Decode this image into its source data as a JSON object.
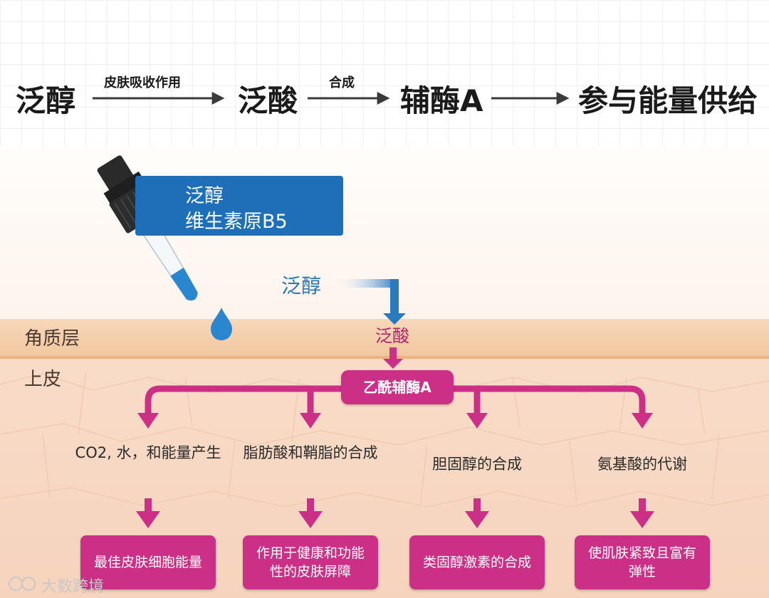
{
  "header_flow": {
    "step1": "泛醇",
    "arrow1_label": "皮肤吸收作用",
    "step2": "泛酸",
    "arrow2_label": "合成",
    "step3": "辅酶A",
    "step4": "参与能量供给"
  },
  "dropper_label": {
    "line1": "泛醇",
    "line2": "维生素原B5"
  },
  "skin_path": {
    "panthenol": "泛醇",
    "pantothenic_acid": "泛酸",
    "acetyl_coa": "乙酰辅酶A"
  },
  "layers": {
    "stratum_corneum": "角质层",
    "epidermis": "上皮"
  },
  "processes": [
    {
      "text": "CO2, 水，和能量产生"
    },
    {
      "text": "脂肪酸和鞘脂的合成"
    },
    {
      "text": "胆固醇的合成"
    },
    {
      "text": "氨基酸的代谢"
    }
  ],
  "outcomes": [
    {
      "text": "最佳皮肤细胞能量"
    },
    {
      "text": "作用于健康和功能性的皮肤屏障"
    },
    {
      "text": "类固醇激素的合成"
    },
    {
      "text": "使肌肤紧致且富有弹性"
    }
  ],
  "watermark": "大数跨境",
  "colors": {
    "accent_pink": "#cc2f86",
    "accent_blue": "#1e6fb8",
    "text_dark": "#1a1a1a"
  }
}
